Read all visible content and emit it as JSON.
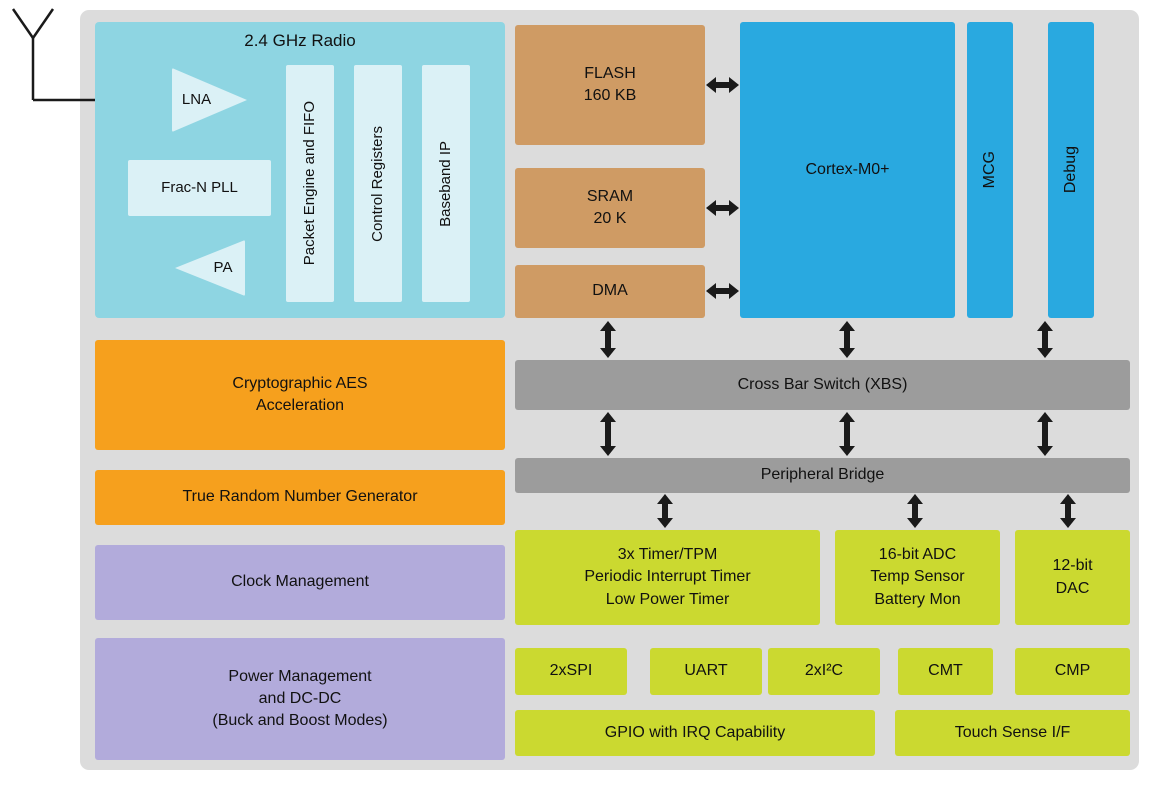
{
  "colors": {
    "chip_bg": "#dcdcdc",
    "radio_bg": "#8ed5e2",
    "radio_inner": "#dbf1f6",
    "memory_tan": "#cf9b64",
    "cpu_blue": "#29a9e0",
    "bus_gray": "#9c9c9c",
    "security_orange": "#f6a01d",
    "system_lavender": "#b2abdb",
    "peripheral_green": "#cbd930",
    "line_black": "#1a1a1a"
  },
  "radio": {
    "title": "2.4 GHz Radio",
    "lna": "LNA",
    "pll": "Frac-N PLL",
    "pa": "PA",
    "packet_engine": "Packet Engine and FIFO",
    "control_registers": "Control Registers",
    "baseband": "Baseband IP"
  },
  "memory": {
    "flash": "FLASH\n160 KB",
    "sram": "SRAM\n20 K",
    "dma": "DMA"
  },
  "cpu": {
    "core": "Cortex-M0+",
    "mcg": "MCG",
    "debug": "Debug"
  },
  "bus": {
    "xbs": "Cross Bar Switch (XBS)",
    "bridge": "Peripheral Bridge"
  },
  "left_column": {
    "aes": "Cryptographic AES\nAcceleration",
    "trng": "True Random Number Generator",
    "clock": "Clock Management",
    "power": "Power Management\nand DC-DC\n(Buck and Boost Modes)"
  },
  "peripherals": {
    "timers": "3x Timer/TPM\nPeriodic Interrupt Timer\nLow Power Timer",
    "adc": "16-bit ADC\nTemp Sensor\nBattery Mon",
    "dac": "12-bit\nDAC",
    "spi": "2xSPI",
    "uart": "UART",
    "i2c": "2xI²C",
    "cmt": "CMT",
    "cmp": "CMP",
    "gpio": "GPIO with IRQ Capability",
    "touch": "Touch Sense I/F"
  }
}
